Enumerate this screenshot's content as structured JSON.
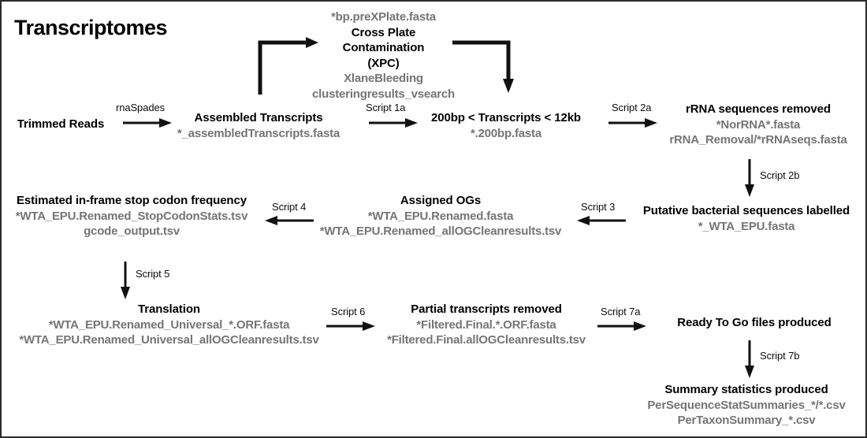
{
  "page": {
    "title": "Transcriptomes",
    "border_color": "#2b2b2b",
    "background": "#ffffff",
    "title_color": "#000000",
    "node_title_color": "#000000",
    "node_file_color": "#757575",
    "arrow_color": "#111111",
    "edge_label_color": "#0d0d0d"
  },
  "nodes": [
    {
      "id": "trimmed-reads",
      "title": "Trimmed Reads",
      "files": []
    },
    {
      "id": "assembled-transcripts",
      "title": "Assembled Transcripts",
      "files": [
        "*_assembledTranscripts.fasta"
      ]
    },
    {
      "id": "cross-plate-contamination",
      "title_lines": [
        "Cross Plate",
        "Contamination",
        "(XPC)"
      ],
      "file_top": "*bp.preXPlate.fasta",
      "files": [
        "XlaneBleeding",
        "clusteringresults_vsearch"
      ]
    },
    {
      "id": "size-filtered-transcripts",
      "title": "200bp < Transcripts < 12kb",
      "files": [
        "*.200bp.fasta"
      ]
    },
    {
      "id": "rrna-removed",
      "title": "rRNA sequences removed",
      "files": [
        "*NorRNA*.fasta",
        "rRNA_Removal/*rRNAseqs.fasta"
      ]
    },
    {
      "id": "bacterial-labelled",
      "title": "Putative bacterial sequences labelled",
      "files": [
        "*_WTA_EPU.fasta"
      ]
    },
    {
      "id": "assigned-ogs",
      "title": "Assigned OGs",
      "files": [
        "*WTA_EPU.Renamed.fasta",
        "*WTA_EPU.Renamed_allOGCleanresults.tsv"
      ]
    },
    {
      "id": "stop-codon-frequency",
      "title": "Estimated in-frame stop codon frequency",
      "files": [
        "*WTA_EPU.Renamed_StopCodonStats.tsv",
        "gcode_output.tsv"
      ]
    },
    {
      "id": "translation",
      "title": "Translation",
      "files": [
        "*WTA_EPU.Renamed_Universal_*.ORF.fasta",
        "*WTA_EPU.Renamed_Universal_allOGCleanresults.tsv"
      ]
    },
    {
      "id": "partial-removed",
      "title": "Partial transcripts removed",
      "files": [
        "*Filtered.Final.*.ORF.fasta",
        "*Filtered.Final.allOGCleanresults.tsv"
      ]
    },
    {
      "id": "ready-to-go",
      "title": "Ready To Go files produced",
      "files": []
    },
    {
      "id": "summary-statistics",
      "title": "Summary statistics produced",
      "files": [
        "PerSequenceStatSummaries_*/*.csv",
        "PerTaxonSummary_*.csv"
      ]
    }
  ],
  "edges": [
    {
      "id": "rnaspades",
      "label": "rnaSpades"
    },
    {
      "id": "script-1a",
      "label": "Script 1a"
    },
    {
      "id": "script-2a",
      "label": "Script 2a"
    },
    {
      "id": "script-2b",
      "label": "Script 2b"
    },
    {
      "id": "script-3",
      "label": "Script 3"
    },
    {
      "id": "script-4",
      "label": "Script 4"
    },
    {
      "id": "script-5",
      "label": "Script 5"
    },
    {
      "id": "script-6",
      "label": "Script 6"
    },
    {
      "id": "script-7a",
      "label": "Script 7a"
    },
    {
      "id": "script-7b",
      "label": "Script 7b"
    }
  ]
}
